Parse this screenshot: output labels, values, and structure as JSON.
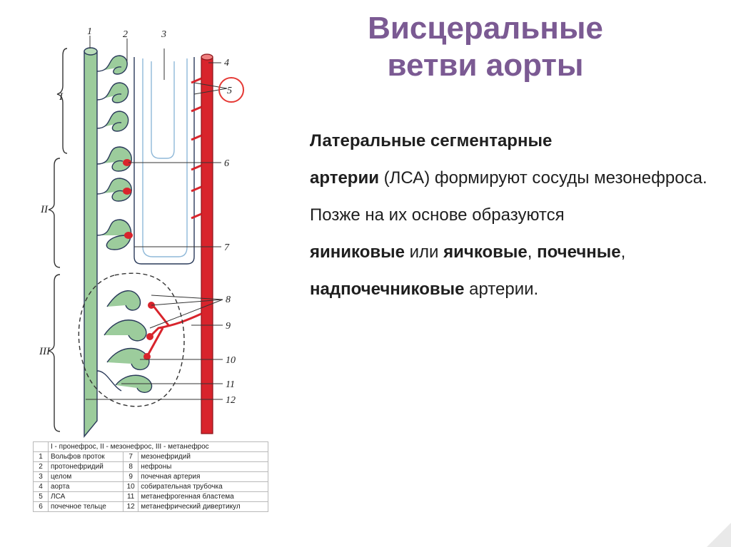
{
  "title": {
    "line1": "Висцеральные",
    "line2": "ветви аорты"
  },
  "paragraph1": {
    "bold_start": "Латеральные сегментарные",
    "bold_word": "артерии",
    "text_after": " (ЛСА) формируют сосуды мезонефроса."
  },
  "paragraph2": {
    "intro": "Позже на их основе образуются ",
    "term1": "яиниковые",
    "sep1": " или ",
    "term2": "яичковые",
    "sep2": ", ",
    "term3": "почечные",
    "sep3": ",",
    "term4": "надпочечниковые",
    "end": " артерии."
  },
  "figure": {
    "number_labels": [
      "1",
      "2",
      "3",
      "4",
      "5",
      "6",
      "7",
      "8",
      "9",
      "10",
      "11",
      "12"
    ],
    "section_labels": [
      "I",
      "II",
      "III"
    ]
  },
  "legend": {
    "header": "I - пронефрос, II - мезонефрос, III - метанефрос",
    "rows": [
      {
        "n1": "1",
        "t1": "Вольфов проток",
        "n2": "7",
        "t2": "мезонефридий"
      },
      {
        "n1": "2",
        "t1": "протонефридий",
        "n2": "8",
        "t2": "нефроны"
      },
      {
        "n1": "3",
        "t1": "целом",
        "n2": "9",
        "t2": "почечная артерия"
      },
      {
        "n1": "4",
        "t1": "аорта",
        "n2": "10",
        "t2": "собирательная трубочка"
      },
      {
        "n1": "5",
        "t1": "ЛСА",
        "n2": "11",
        "t2": "метанефрогенная бластема"
      },
      {
        "n1": "6",
        "t1": "почечное тельце",
        "n2": "12",
        "t2": "метанефрический дивертикул"
      }
    ]
  },
  "colors": {
    "title": "#7b5a93",
    "aorta": "#d8242c",
    "tubule": "#9ccc9c",
    "outline": "#2a3a5a",
    "highlight": "#e53935"
  }
}
